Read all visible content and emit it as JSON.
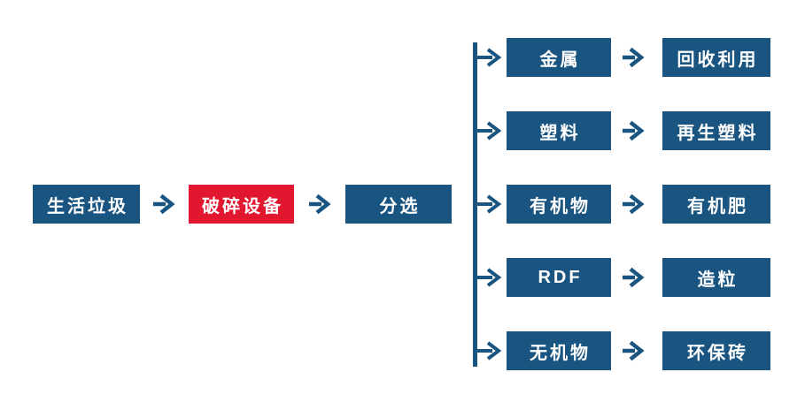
{
  "colors": {
    "primary_blue": "#1A5480",
    "accent_red": "#E0172F",
    "node_text": "#FFFFFF",
    "canvas_bg": "#FFFFFF"
  },
  "icons": {
    "arrow_right": "→"
  },
  "main_flow": [
    {
      "label": "生活垃圾",
      "style": "blue"
    },
    {
      "label": "破碎设备",
      "style": "red"
    },
    {
      "label": "分选",
      "style": "blue"
    }
  ],
  "branches": [
    {
      "output": "金属",
      "result": "回收利用"
    },
    {
      "output": "塑料",
      "result": "再生塑料"
    },
    {
      "output": "有机物",
      "result": "有机肥"
    },
    {
      "output": "RDF",
      "result": "造粒"
    },
    {
      "output": "无机物",
      "result": "环保砖"
    }
  ]
}
